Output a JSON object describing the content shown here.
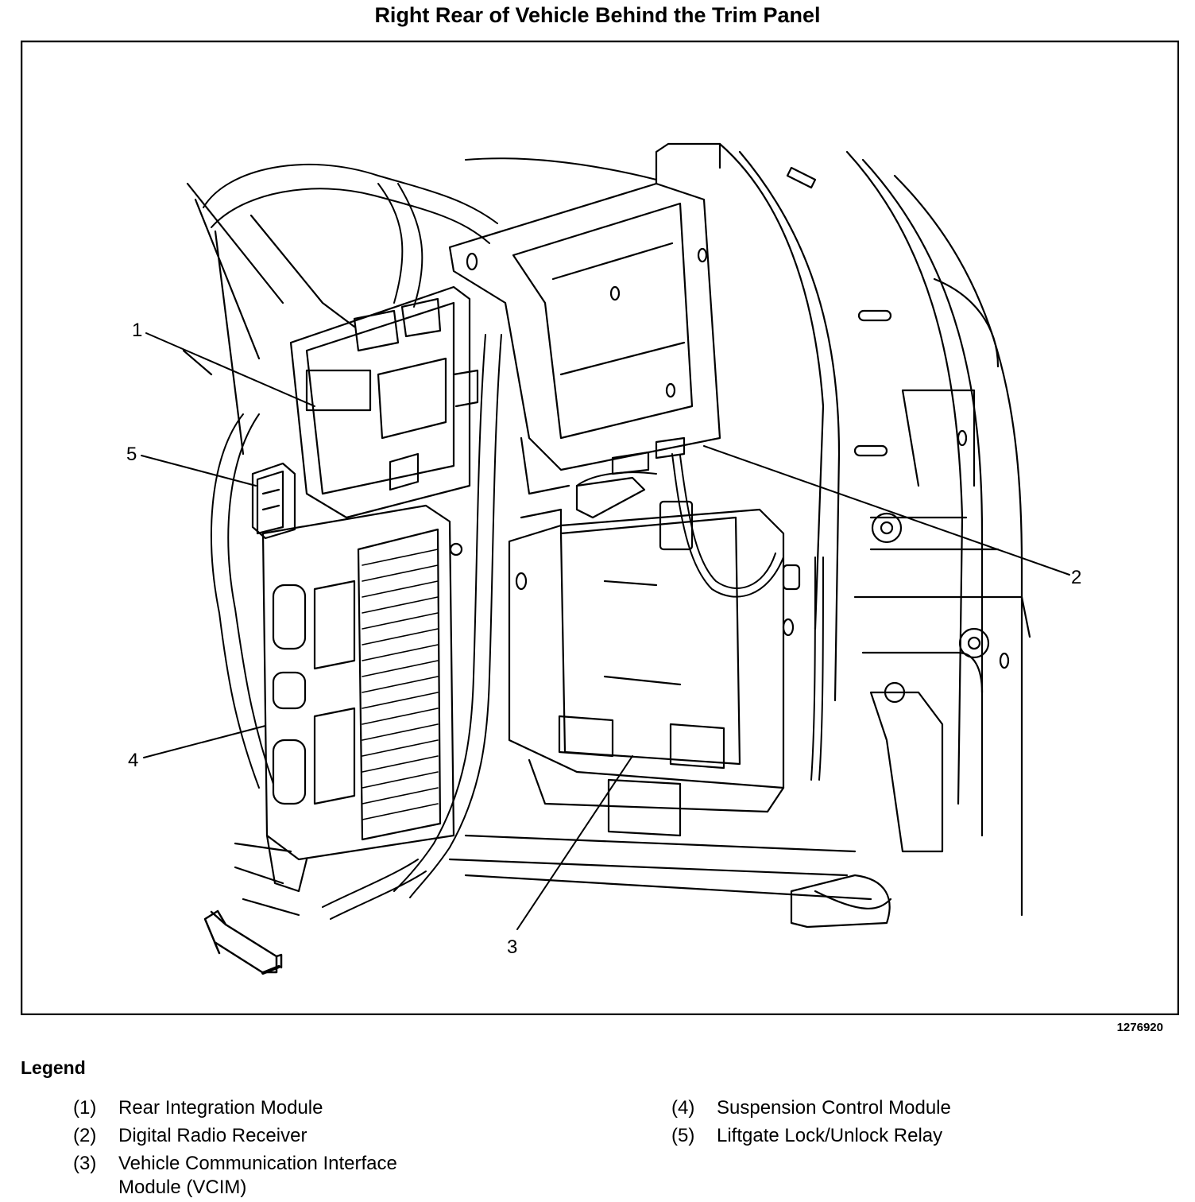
{
  "title": "Right Rear of Vehicle Behind the Trim Panel",
  "figure_number": "1276920",
  "callouts": [
    "1",
    "2",
    "3",
    "4",
    "5"
  ],
  "legend": {
    "heading": "Legend",
    "items": [
      {
        "num": "(1)",
        "text": "Rear Integration Module"
      },
      {
        "num": "(2)",
        "text": "Digital Radio Receiver"
      },
      {
        "num": "(3)",
        "text": "Vehicle Communication Interface Module (VCIM)"
      },
      {
        "num": "(4)",
        "text": "Suspension Control Module"
      },
      {
        "num": "(5)",
        "text": "Liftgate Lock/Unlock Relay"
      }
    ]
  }
}
